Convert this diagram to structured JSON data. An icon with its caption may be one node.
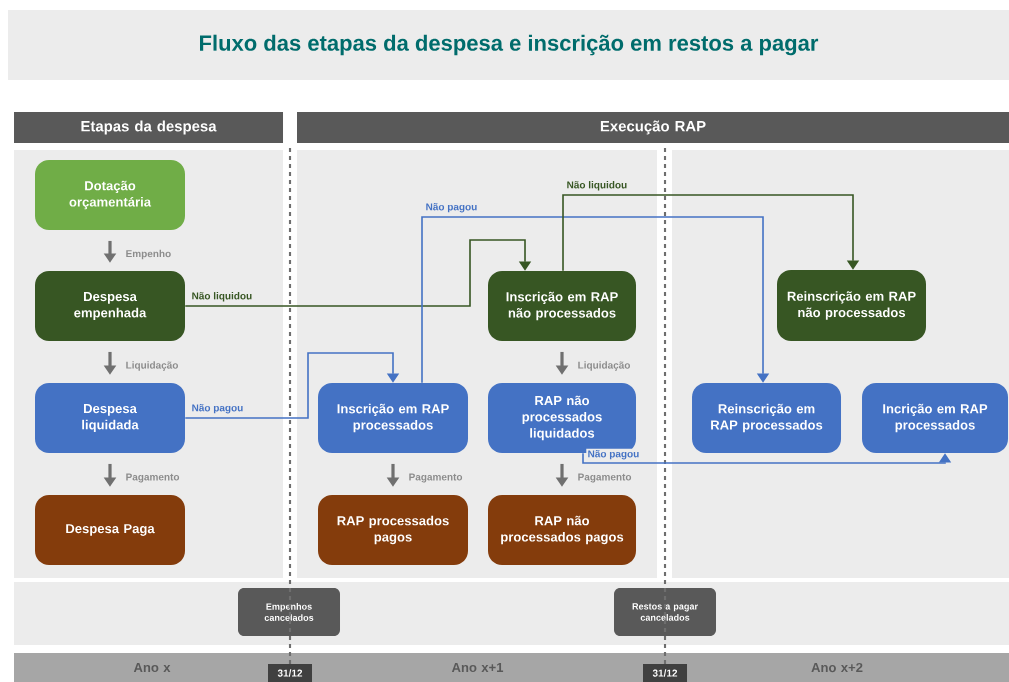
{
  "diagram": {
    "title": "Fluxo das etapas da despesa e inscrição em restos a pagar",
    "nodes": [
      {
        "text": [
          "Etapas da despesa"
        ]
      },
      {
        "text": [
          "Execução RAP"
        ]
      },
      {
        "text": [
          "Dotação orçamentária"
        ]
      },
      {
        "text": [
          "Despesa empenhada"
        ]
      },
      {
        "text": [
          "Despesa liquidada"
        ]
      },
      {
        "text": [
          "Despesa Paga"
        ]
      },
      {
        "text": [
          "Inscrição em RAP não processados"
        ]
      },
      {
        "text": [
          "Inscrição em RAP processados"
        ]
      },
      {
        "text": [
          "RAP não processados liquidados"
        ]
      },
      {
        "text": [
          "RAP processados pagos"
        ]
      },
      {
        "text": [
          "RAP não processados pagos"
        ]
      },
      {
        "text": [
          "Reinscrição em RAP não processados"
        ]
      },
      {
        "text": [
          "Reinscrição em RAP processados"
        ]
      },
      {
        "text": [
          "Incrição em RAP processados"
        ]
      },
      {
        "text": [
          "Empenhos cancelados"
        ]
      },
      {
        "text": [
          "Restos a pagar cancelados"
        ]
      },
      {
        "text": [
          "Ano x"
        ]
      },
      {
        "text": [
          "Ano x+1"
        ]
      },
      {
        "text": [
          "Ano x+2"
        ]
      },
      {
        "text": [
          "31/12"
        ]
      },
      {
        "text": [
          "31/12"
        ]
      }
    ],
    "edges": [
      {
        "from": 2,
        "to": 3,
        "arrow": "to",
        "label": "Empenho"
      },
      {
        "from": 3,
        "to": 4,
        "arrow": "to",
        "label": "Liquidação"
      },
      {
        "from": 4,
        "to": 5,
        "arrow": "to",
        "label": "Pagamento"
      },
      {
        "from": 3,
        "to": 6,
        "arrow": "to",
        "label": "Não liquidou",
        "color": "#375623"
      },
      {
        "from": 4,
        "to": 7,
        "arrow": "to",
        "label": "Não pagou",
        "color": "#4472c4"
      },
      {
        "from": 7,
        "to": 12,
        "arrow": "to",
        "label": "Não pagou",
        "color": "#4472c4"
      },
      {
        "from": 6,
        "to": 11,
        "arrow": "to",
        "label": "Não liquidou",
        "color": "#375623"
      },
      {
        "from": 6,
        "to": 8,
        "arrow": "to",
        "label": "Liquidação"
      },
      {
        "from": 7,
        "to": 9,
        "arrow": "to",
        "label": "Pagamento"
      },
      {
        "from": 8,
        "to": 10,
        "arrow": "to",
        "label": "Pagamento"
      },
      {
        "from": 8,
        "to": 13,
        "arrow": "to",
        "label": "Não pagou",
        "color": "#4472c4"
      }
    ]
  }
}
